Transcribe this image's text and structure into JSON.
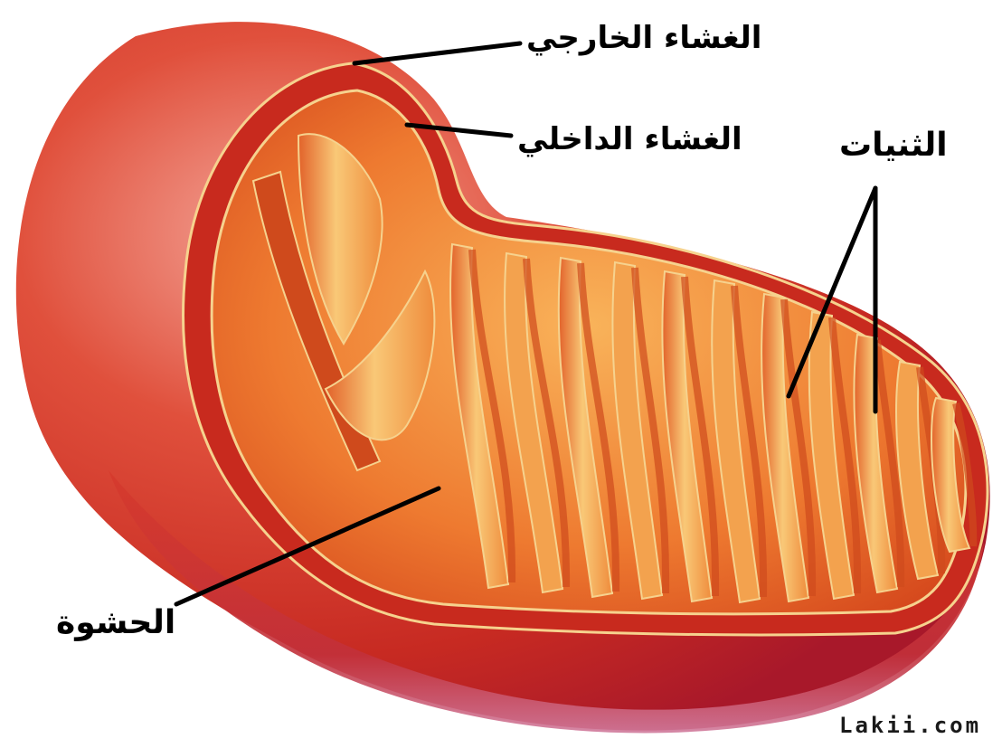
{
  "labels": {
    "outer_membrane": "الغشاء الخارجي",
    "inner_membrane": "الغشاء الداخلي",
    "cristae": "الثنيات",
    "matrix": "الحشوة"
  },
  "watermark": "Lakii.com",
  "colors": {
    "outer_surface": "#d8392a",
    "outer_shadow": "#b01a1c",
    "cut_rim": "#f6d28e",
    "interior": "#f08a3a",
    "cristae_light": "#f8c06a",
    "cristae_shadow": "#cf4a1c",
    "leader_line": "#000000"
  }
}
